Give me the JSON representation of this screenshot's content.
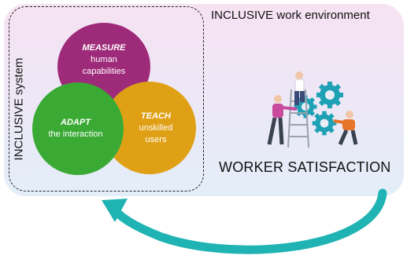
{
  "environment": {
    "title": "INCLUSIVE work environment"
  },
  "system": {
    "label": "INCLUSIVE system"
  },
  "circles": {
    "measure": {
      "head": "MEASURE",
      "line1": "human",
      "line2": "capabilities"
    },
    "adapt": {
      "head": "ADAPT",
      "line1": "the interaction"
    },
    "teach": {
      "head": "TEACH",
      "line1": "unskilled",
      "line2": "users"
    }
  },
  "outcome": {
    "label": "WORKER SATISFACTION"
  },
  "colors": {
    "measure": "#9e2a7a",
    "adapt": "#3aaa35",
    "teach": "#dfa016",
    "gear": "#1ea1b5",
    "arrow": "#20b3b3"
  },
  "illustration": {
    "icon": "workers-with-gears-icon"
  },
  "feedback": {
    "icon": "curved-arrow-icon"
  }
}
